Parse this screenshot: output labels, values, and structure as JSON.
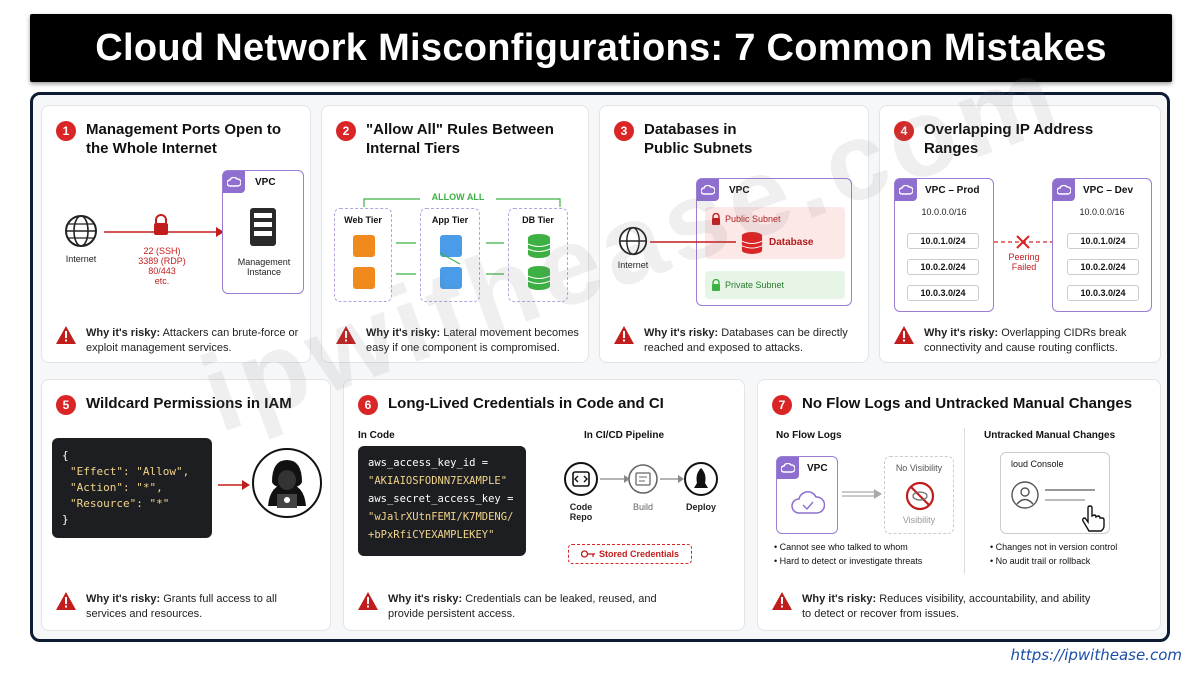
{
  "title": "Cloud Network Misconfigurations: 7 Common Mistakes",
  "footer_url": "https://ipwithease.com",
  "watermark": "ipwithease.com",
  "card1": {
    "num": "1",
    "title": "Management Ports Open to the Whole Internet",
    "internet": "Internet",
    "ports": [
      "22 (SSH)",
      "3389 (RDP)",
      "80/443",
      "etc."
    ],
    "vpc": "VPC",
    "instance": "Management Instance",
    "risk_label": "Why it's risky:",
    "risk_text": "Attackers can brute-force or exploit management services."
  },
  "card2": {
    "num": "2",
    "title": "\"Allow All\" Rules Between Internal Tiers",
    "allow_all": "ALLOW ALL",
    "tiers": [
      "Web Tier",
      "App Tier",
      "DB Tier"
    ],
    "risk_label": "Why it's risky:",
    "risk_text": "Lateral movement becomes easy if one component is compromised."
  },
  "card3": {
    "num": "3",
    "title": "Databases in Public Subnets",
    "internet": "Internet",
    "vpc": "VPC",
    "public_subnet": "Public Subnet",
    "database": "Database",
    "private_subnet": "Private Subnet",
    "risk_label": "Why it's risky:",
    "risk_text": "Databases can be directly reached and exposed to attacks."
  },
  "card4": {
    "num": "4",
    "title": "Overlapping IP Address Ranges",
    "vpc_prod": "VPC – Prod",
    "vpc_prod_cidr": "10.0.0.0/16",
    "vpc_dev": "VPC – Dev",
    "vpc_dev_cidr": "10.0.0.0/16",
    "subnets": [
      "10.0.1.0/24",
      "10.0.2.0/24",
      "10.0.3.0/24"
    ],
    "peering": "Peering Failed",
    "risk_label": "Why it's risky:",
    "risk_text": "Overlapping CIDRs break connectivity and cause routing conflicts."
  },
  "card5": {
    "num": "5",
    "title": "Wildcard Permissions in IAM",
    "code": [
      "{",
      "\"Effect\": \"Allow\",",
      "\"Action\": \"*\",",
      "\"Resource\": \"*\"",
      "}"
    ],
    "risk_label": "Why it's risky:",
    "risk_text": "Grants full access to all services and resources."
  },
  "card6": {
    "num": "6",
    "title": "Long-Lived Credentials in Code and CI",
    "in_code": "In Code",
    "in_pipeline": "In CI/CD Pipeline",
    "code": [
      "aws_access_key_id =",
      "\"AKIAIOSFODNN7EXAMPLE\"",
      "aws_secret_access_key =",
      "\"wJalrXUtnFEMI/K7MDENG/",
      "+bPxRfiCYEXAMPLEKEY\""
    ],
    "steps": [
      "Code Repo",
      "Build",
      "Deploy"
    ],
    "stored": "Stored Credentials",
    "risk_label": "Why it's risky:",
    "risk_text": "Credentials can be leaked, reused, and provide persistent access."
  },
  "card7": {
    "num": "7",
    "title": "No Flow Logs and Untracked Manual Changes",
    "left_head": "No Flow Logs",
    "right_head": "Untracked Manual Changes",
    "vpc": "VPC",
    "no_visibility": "No Visibility",
    "visibility": "Visibility",
    "console": "loud Console",
    "left_bullets": [
      "Cannot see who talked to whom",
      "Hard to detect or investigate threats"
    ],
    "right_bullets": [
      "Changes not in version control",
      "No audit trail or rollback"
    ],
    "risk_label": "Why it's risky:",
    "risk_text": "Reduces visibility, accountability, and ability to detect or recover from issues."
  },
  "colors": {
    "accent_red": "#d92525",
    "purple": "#8e6fcf",
    "orange": "#f08a1c",
    "blue": "#4a9be8",
    "green": "#3cb043",
    "navy": "#0d1b33"
  }
}
